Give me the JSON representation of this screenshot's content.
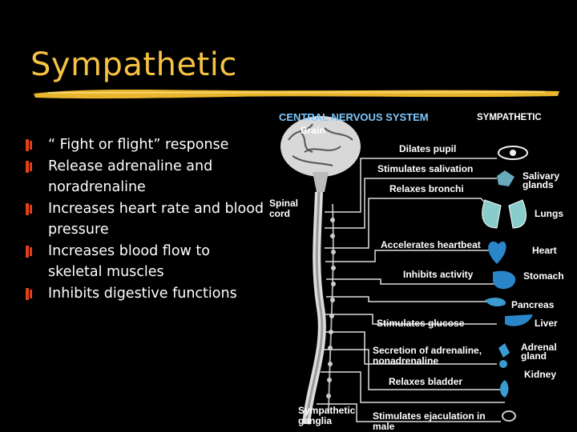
{
  "title": "Sympathetic",
  "bullets": [
    "“ Fight or flight” response",
    "Release adrenaline and noradrenaline",
    "Increases heart rate and blood pressure",
    "Increases blood flow to skeletal muscles",
    "Inhibits digestive functions"
  ],
  "diagram": {
    "header_cns": "CENTRAL NERVOUS SYSTEM",
    "header_symp": "SYMPATHETIC",
    "brain": "Brain",
    "spinal_cord": "Spinal cord",
    "ganglia": "Sympathetic ganglia",
    "effects": [
      "Dilates pupil",
      "Stimulates salivation",
      "Relaxes bronchi",
      "Accelerates heartbeat",
      "Inhibits activity",
      "Stimulates glucose",
      "Secretion of adrenaline, nonadrenaline",
      "Relaxes bladder",
      "Stimulates ejaculation in male"
    ],
    "organs": [
      "Salivary glands",
      "Lungs",
      "Heart",
      "Stomach",
      "Pancreas",
      "Liver",
      "Adrenal gland",
      "Kidney"
    ]
  },
  "colors": {
    "title": "#f5c242",
    "bullet_mark": "#e0401a",
    "header_cns": "#7ec8ff",
    "heart": "#2a86c8"
  }
}
